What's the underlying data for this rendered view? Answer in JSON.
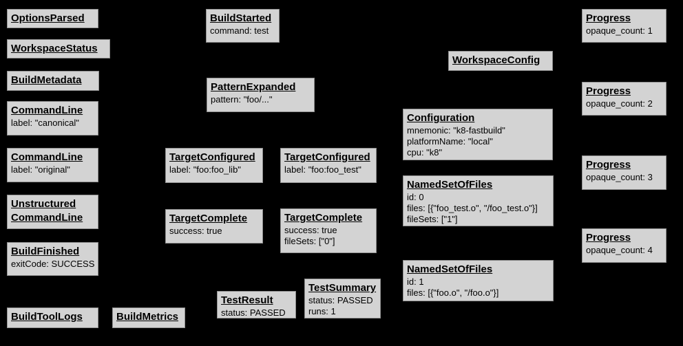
{
  "canvas": {
    "background": "#000000",
    "box_fill": "#d3d3d3",
    "box_border": "#8f8f8f",
    "text_color": "#000000"
  },
  "boxes": {
    "options_parsed": {
      "title": "OptionsParsed"
    },
    "workspace_status": {
      "title": "WorkspaceStatus"
    },
    "build_metadata": {
      "title": "BuildMetadata"
    },
    "command_line_canonical": {
      "title": "CommandLine",
      "fields": [
        "label: \"canonical\""
      ]
    },
    "command_line_original": {
      "title": "CommandLine",
      "fields": [
        "label: \"original\""
      ]
    },
    "unstructured_command_line": {
      "title_line1": "Unstructured",
      "title_line2": "CommandLine"
    },
    "build_finished": {
      "title": "BuildFinished",
      "fields": [
        "exitCode: SUCCESS"
      ]
    },
    "build_tool_logs": {
      "title": "BuildToolLogs"
    },
    "build_metrics": {
      "title": "BuildMetrics"
    },
    "build_started": {
      "title": "BuildStarted",
      "fields": [
        "command: test"
      ]
    },
    "pattern_expanded": {
      "title": "PatternExpanded",
      "fields": [
        "pattern: \"foo/...\""
      ]
    },
    "target_configured_lib": {
      "title": "TargetConfigured",
      "fields": [
        "label: \"foo:foo_lib\""
      ]
    },
    "target_complete_lib": {
      "title": "TargetComplete",
      "fields": [
        "success: true"
      ]
    },
    "test_result": {
      "title": "TestResult",
      "fields": [
        "status: PASSED"
      ]
    },
    "target_configured_test": {
      "title": "TargetConfigured",
      "fields": [
        "label: \"foo:foo_test\""
      ]
    },
    "target_complete_test": {
      "title": "TargetComplete",
      "fields": [
        "success: true",
        "fileSets: [\"0\"]"
      ]
    },
    "test_summary": {
      "title": "TestSummary",
      "fields": [
        "status: PASSED",
        "runs: 1"
      ]
    },
    "workspace_config": {
      "title": "WorkspaceConfig"
    },
    "configuration": {
      "title": "Configuration",
      "fields": [
        "mnemonic: \"k8-fastbuild\"",
        "platformName: \"local\"",
        "cpu: \"k8\""
      ]
    },
    "named_set_of_files_0": {
      "title": "NamedSetOfFiles",
      "fields": [
        "id: 0",
        "files: [{\"foo_test.o\", \"/foo_test.o\"}]",
        "fileSets: [\"1\"]"
      ]
    },
    "named_set_of_files_1": {
      "title": "NamedSetOfFiles",
      "fields": [
        "id: 1",
        "files: [{\"foo.o\", \"/foo.o\"}]"
      ]
    },
    "progress_1": {
      "title": "Progress",
      "fields": [
        "opaque_count: 1"
      ]
    },
    "progress_2": {
      "title": "Progress",
      "fields": [
        "opaque_count: 2"
      ]
    },
    "progress_3": {
      "title": "Progress",
      "fields": [
        "opaque_count: 3"
      ]
    },
    "progress_4": {
      "title": "Progress",
      "fields": [
        "opaque_count: 4"
      ]
    }
  }
}
